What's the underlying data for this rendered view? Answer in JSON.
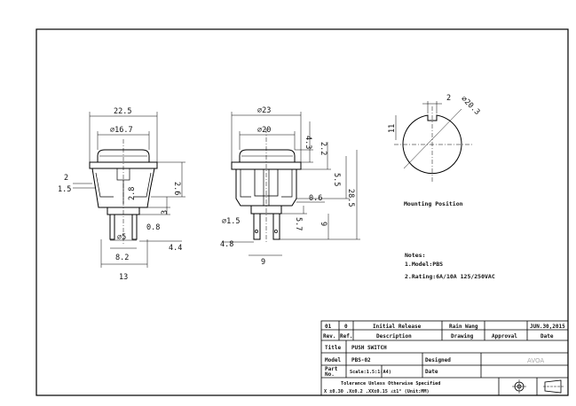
{
  "front_view": {
    "dims": [
      "22.5",
      "⌀16.7",
      "2",
      "1.5",
      "2.6",
      "2.8",
      "3",
      "0.8",
      "⌀5",
      "8.2",
      "13",
      "4.4"
    ]
  },
  "side_view": {
    "dims": [
      "⌀23",
      "⌀20",
      "4.3",
      "2.2",
      "5.5",
      "28.5",
      "0.6",
      "⌀1.5",
      "5.7",
      "9",
      "4.8",
      "9"
    ]
  },
  "mounting": {
    "dims": [
      "2",
      "⌀20.3",
      "11"
    ],
    "caption": "Mounting Position"
  },
  "notes": {
    "heading": "Notes:",
    "lines": [
      "1.Model:PBS",
      "2.Rating:6A/10A 125/250VAC"
    ]
  },
  "title_block": {
    "rev_row": [
      "01",
      "0",
      "Initial Release",
      "Rain Wang",
      "",
      "JUN.30,2015"
    ],
    "header_row": [
      "Rev.",
      "Ref.",
      "Description",
      "Drawing",
      "Approval",
      "Date"
    ],
    "title_label": "Title",
    "title_value": "PUSH SWITCH",
    "model_label": "Model",
    "model_value": "PBS-02",
    "designed_label": "Designed",
    "part_label": "Part",
    "part_label2": "No.",
    "scale_text": "Scale:1.5:1(A4)",
    "date_label": "Date",
    "tolerance_title": "Tolerance Unless Otherwise Specified",
    "tolerance_line": "X ±0.30  .X±0.2  .XX±0.15  ∠±1°  (Unit:MM)",
    "company_mark": "AVOA"
  }
}
